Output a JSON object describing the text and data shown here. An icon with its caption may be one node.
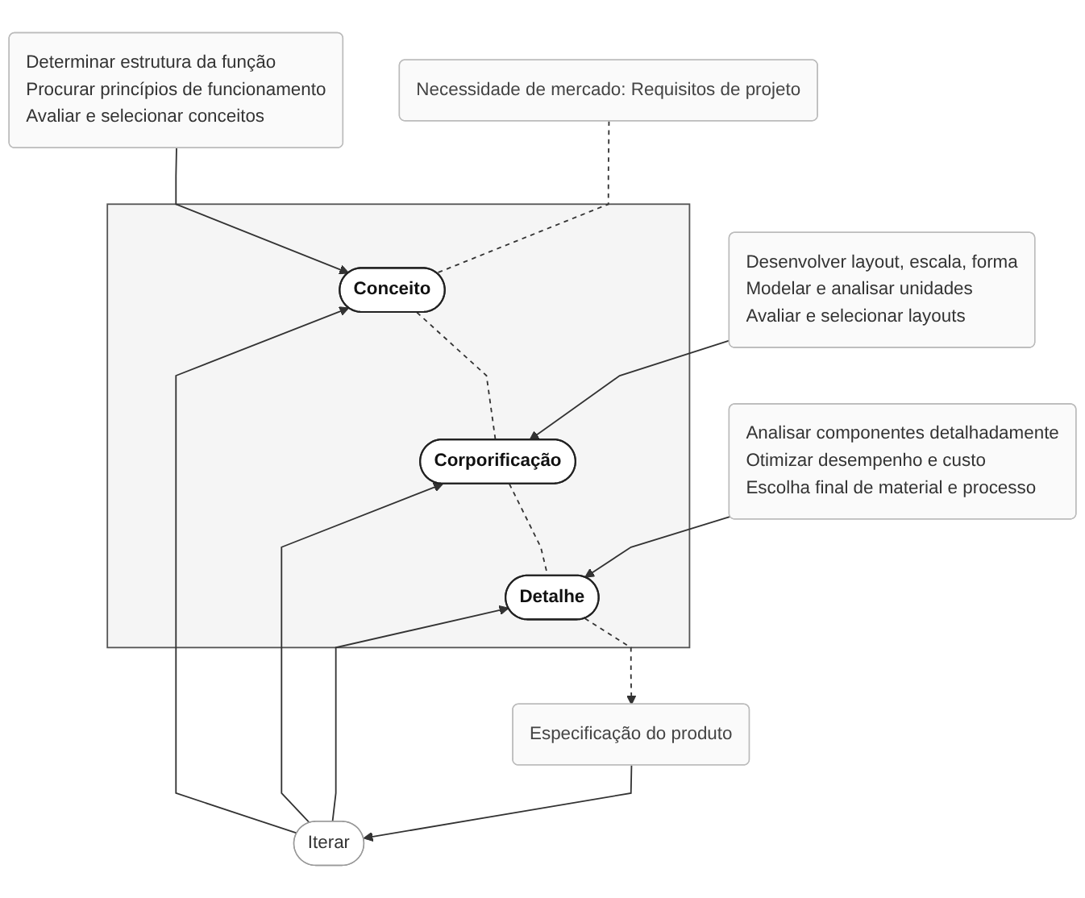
{
  "diagram": {
    "nodes": [
      {
        "text": [
          "Necessidade de mercado: Requisitos de projeto"
        ]
      },
      {
        "text": [
          "Determinar estrutura da função",
          "Procurar princípios de funcionamento",
          "Avaliar e selecionar conceitos"
        ]
      },
      {
        "text": [],
        "shape": "box"
      },
      {
        "text": [
          "Conceito"
        ],
        "in": 2
      },
      {
        "text": [
          "Desenvolver layout, escala, forma",
          "Modelar e analisar unidades",
          "Avaliar e selecionar layouts"
        ]
      },
      {
        "text": [
          "Corporificação"
        ],
        "in": 2
      },
      {
        "text": [
          "Analisar componentes detalhadamente",
          "Otimizar desempenho e custo",
          "Escolha final de material e processo"
        ]
      },
      {
        "text": [
          "Detalhe"
        ],
        "in": 2
      },
      {
        "text": [
          "Especificação do produto"
        ]
      },
      {
        "text": [
          "Iterar"
        ]
      }
    ],
    "edges": [
      {
        "from": 0,
        "to": 3,
        "arrow": "none",
        "style": "dashed"
      },
      {
        "from": 1,
        "to": 3,
        "arrow": "to"
      },
      {
        "from": 3,
        "to": 5,
        "arrow": "none",
        "style": "dashed"
      },
      {
        "from": 4,
        "to": 5,
        "arrow": "to"
      },
      {
        "from": 5,
        "to": 7,
        "arrow": "none",
        "style": "dashed"
      },
      {
        "from": 6,
        "to": 7,
        "arrow": "to"
      },
      {
        "from": 7,
        "to": 8,
        "arrow": "to",
        "style": "dashed"
      },
      {
        "from": 8,
        "to": 9,
        "arrow": "to"
      },
      {
        "from": 9,
        "to": 3,
        "arrow": "to"
      },
      {
        "from": 9,
        "to": 5,
        "arrow": "to"
      },
      {
        "from": 9,
        "to": 7,
        "arrow": "to"
      }
    ]
  }
}
